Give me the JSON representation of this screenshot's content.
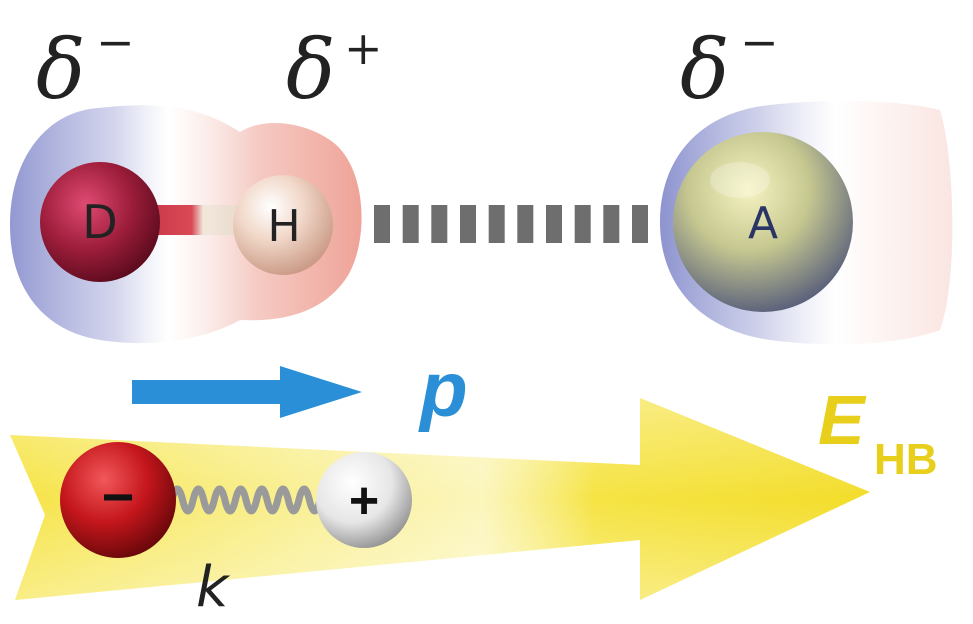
{
  "charges": {
    "donor_partial": "δ",
    "donor_sign": "−",
    "hydrogen_partial": "δ",
    "hydrogen_sign": "+",
    "acceptor_partial": "δ",
    "acceptor_sign": "−"
  },
  "atoms": {
    "donor": "D",
    "hydrogen": "H",
    "acceptor": "A"
  },
  "dipole": {
    "moment_label": "p",
    "negative_sign": "−",
    "positive_sign": "+",
    "spring_constant": "k"
  },
  "field": {
    "symbol": "E",
    "subscript": "HB"
  },
  "colors": {
    "donor": "#9c1d3a",
    "hydrogen": "#e9c2b0",
    "acceptor": "#b9bd8a",
    "hbond_dash": "#6e6e6e",
    "dipole_arrow": "#2a8fd6",
    "field_arrow": "#f5e23a",
    "field_label": "#e8cf1c",
    "negative_sphere": "#c4161c",
    "positive_sphere": "#f2f2f2"
  }
}
